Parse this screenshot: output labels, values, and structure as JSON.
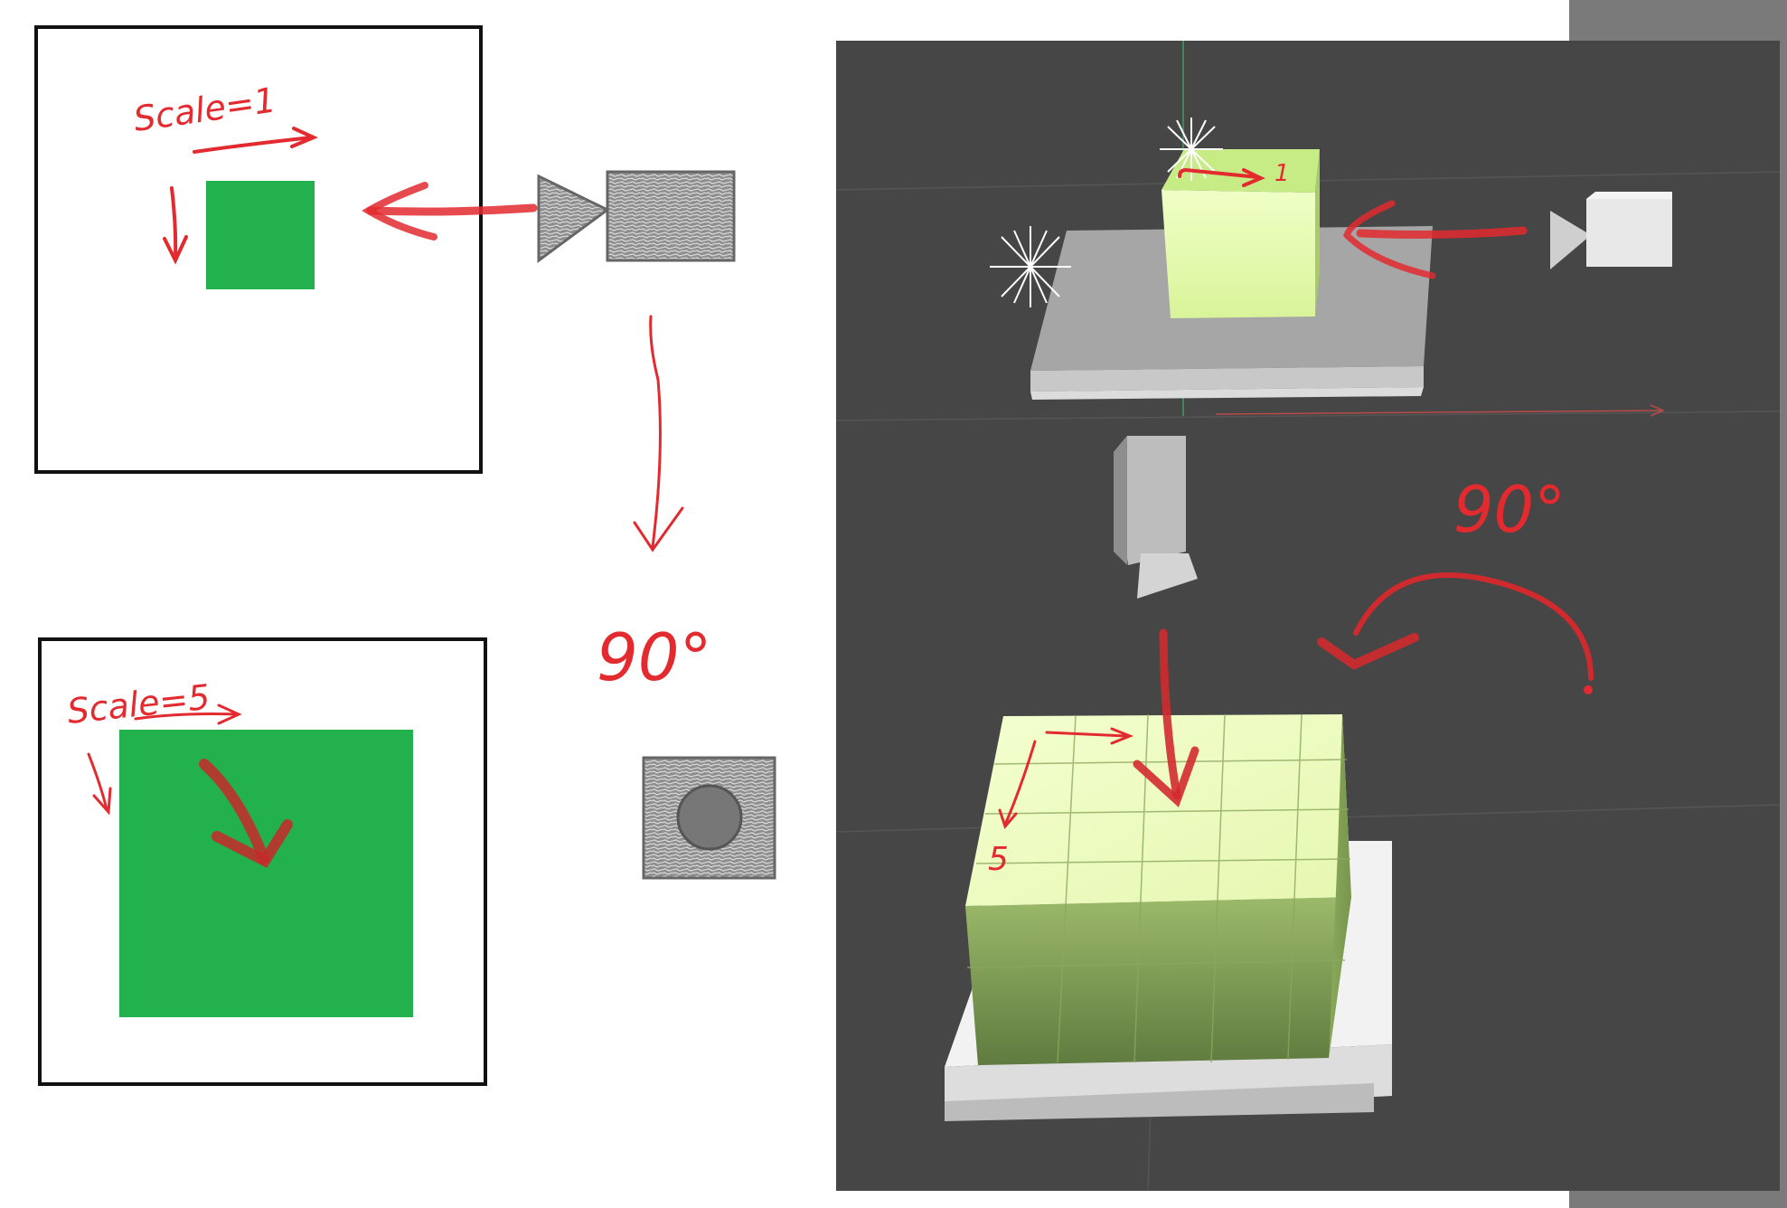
{
  "diagram": {
    "top_label": "Scale=1",
    "bottom_label": "Scale=5",
    "rotation_label_left": "90°",
    "rotation_label_right": "90°",
    "scene_top_axis_label": "1",
    "scene_bottom_axis_label": "5"
  },
  "colors": {
    "accent_green": "#23b14d",
    "annotation_red": "#e32a2f",
    "viewport_bg": "#464646",
    "cube_light": "#eefcbd",
    "cube_side": "#7d9a55"
  },
  "icons": [
    "camera-icon",
    "light-icon",
    "camera-top-view-icon",
    "camera-3d-icon"
  ]
}
